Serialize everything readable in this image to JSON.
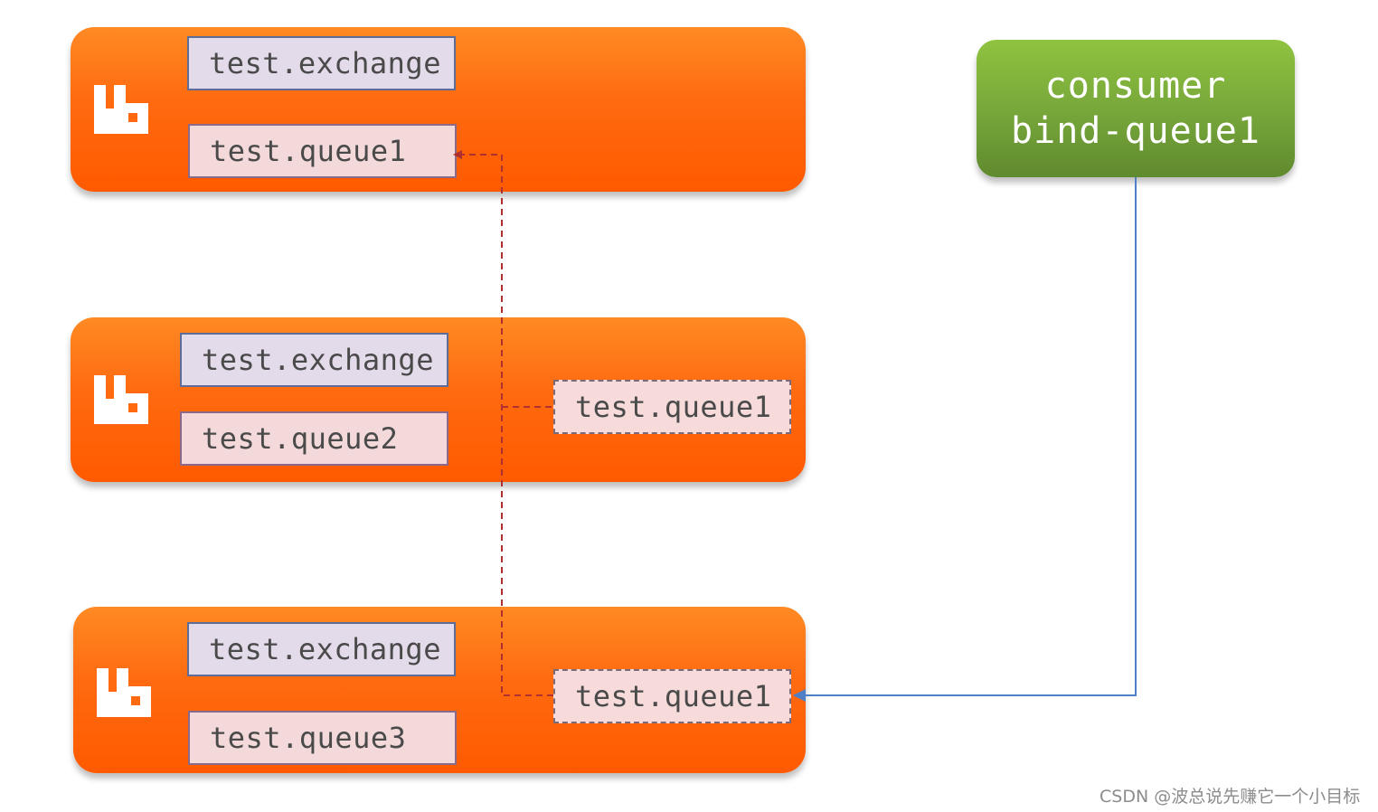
{
  "nodes": [
    {
      "exchange": "test.exchange",
      "queue": "test.queue1"
    },
    {
      "exchange": "test.exchange",
      "queue": "test.queue2",
      "mirror": "test.queue1"
    },
    {
      "exchange": "test.exchange",
      "queue": "test.queue3",
      "mirror": "test.queue1"
    }
  ],
  "consumer": {
    "line1": "consumer",
    "line2": "bind-queue1"
  },
  "watermark": "CSDN @波总说先赚它一个小目标",
  "colors": {
    "node_orange": "#ff6a10",
    "consumer_green": "#76a53a",
    "mirror_link_red": "#b03030",
    "consumer_link_blue": "#4f7fc4"
  },
  "icons": [
    "rabbitmq-logo-icon"
  ]
}
